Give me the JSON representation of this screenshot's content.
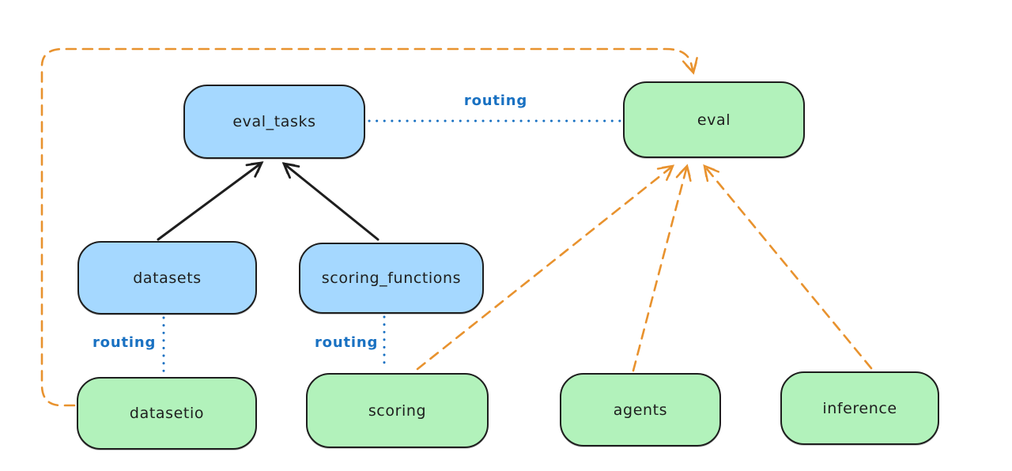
{
  "diagram": {
    "nodes": [
      {
        "id": "eval_tasks",
        "label": "eval_tasks",
        "kind": "api",
        "fill": "#a5d8ff"
      },
      {
        "id": "eval",
        "label": "eval",
        "kind": "provider",
        "fill": "#b2f2bb"
      },
      {
        "id": "datasets",
        "label": "datasets",
        "kind": "api",
        "fill": "#a5d8ff"
      },
      {
        "id": "scoring_functions",
        "label": "scoring_functions",
        "kind": "api",
        "fill": "#a5d8ff"
      },
      {
        "id": "datasetio",
        "label": "datasetio",
        "kind": "provider",
        "fill": "#b2f2bb"
      },
      {
        "id": "scoring",
        "label": "scoring",
        "kind": "provider",
        "fill": "#b2f2bb"
      },
      {
        "id": "agents",
        "label": "agents",
        "kind": "provider",
        "fill": "#b2f2bb"
      },
      {
        "id": "inference",
        "label": "inference",
        "kind": "provider",
        "fill": "#b2f2bb"
      }
    ],
    "edges": [
      {
        "from": "datasets",
        "to": "eval_tasks",
        "style": "solid",
        "color": "#1e1e1e",
        "label": ""
      },
      {
        "from": "scoring_functions",
        "to": "eval_tasks",
        "style": "solid",
        "color": "#1e1e1e",
        "label": ""
      },
      {
        "from": "eval_tasks",
        "to": "eval",
        "style": "dotted",
        "color": "#1971c2",
        "label": "routing"
      },
      {
        "from": "datasets",
        "to": "datasetio",
        "style": "dotted",
        "color": "#1971c2",
        "label": "routing"
      },
      {
        "from": "scoring_functions",
        "to": "scoring",
        "style": "dotted",
        "color": "#1971c2",
        "label": "routing"
      },
      {
        "from": "datasetio",
        "to": "eval",
        "style": "dashed",
        "color": "#e8922e",
        "label": ""
      },
      {
        "from": "scoring",
        "to": "eval",
        "style": "dashed",
        "color": "#e8922e",
        "label": ""
      },
      {
        "from": "agents",
        "to": "eval",
        "style": "dashed",
        "color": "#e8922e",
        "label": ""
      },
      {
        "from": "inference",
        "to": "eval",
        "style": "dashed",
        "color": "#e8922e",
        "label": ""
      }
    ],
    "edge_labels": [
      {
        "text": "routing"
      },
      {
        "text": "routing"
      },
      {
        "text": "routing"
      }
    ],
    "colors": {
      "node_blue_fill": "#a5d8ff",
      "node_green_fill": "#b2f2bb",
      "stroke_black": "#1e1e1e",
      "routing_blue": "#1971c2",
      "arrow_orange": "#e8922e",
      "background": "#ffffff"
    }
  }
}
